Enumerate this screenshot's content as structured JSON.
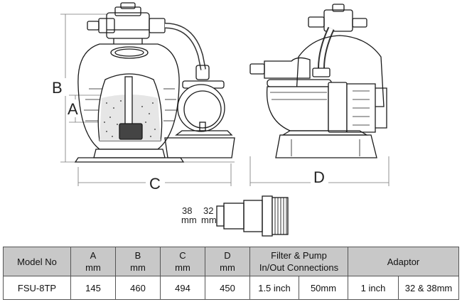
{
  "dimensions": {
    "label_a": "A",
    "label_b": "B",
    "label_c": "C",
    "label_d": "D"
  },
  "adaptor_drawing": {
    "size_1": "38",
    "size_1_unit": "mm",
    "size_2": "32",
    "size_2_unit": "mm"
  },
  "table": {
    "headers": {
      "model": "Model No",
      "a": "A",
      "a_unit": "mm",
      "b": "B",
      "b_unit": "mm",
      "c": "C",
      "c_unit": "mm",
      "d": "D",
      "d_unit": "mm",
      "connections_1": "Filter & Pump",
      "connections_2": "In/Out Connections",
      "adaptor": "Adaptor"
    },
    "row": {
      "model": "FSU-8TP",
      "a": "145",
      "b": "460",
      "c": "494",
      "d": "450",
      "conn_filter": "1.5 inch",
      "conn_pump": "50mm",
      "adaptor_size": "1 inch",
      "adaptor_mm": "32 & 38mm"
    }
  }
}
